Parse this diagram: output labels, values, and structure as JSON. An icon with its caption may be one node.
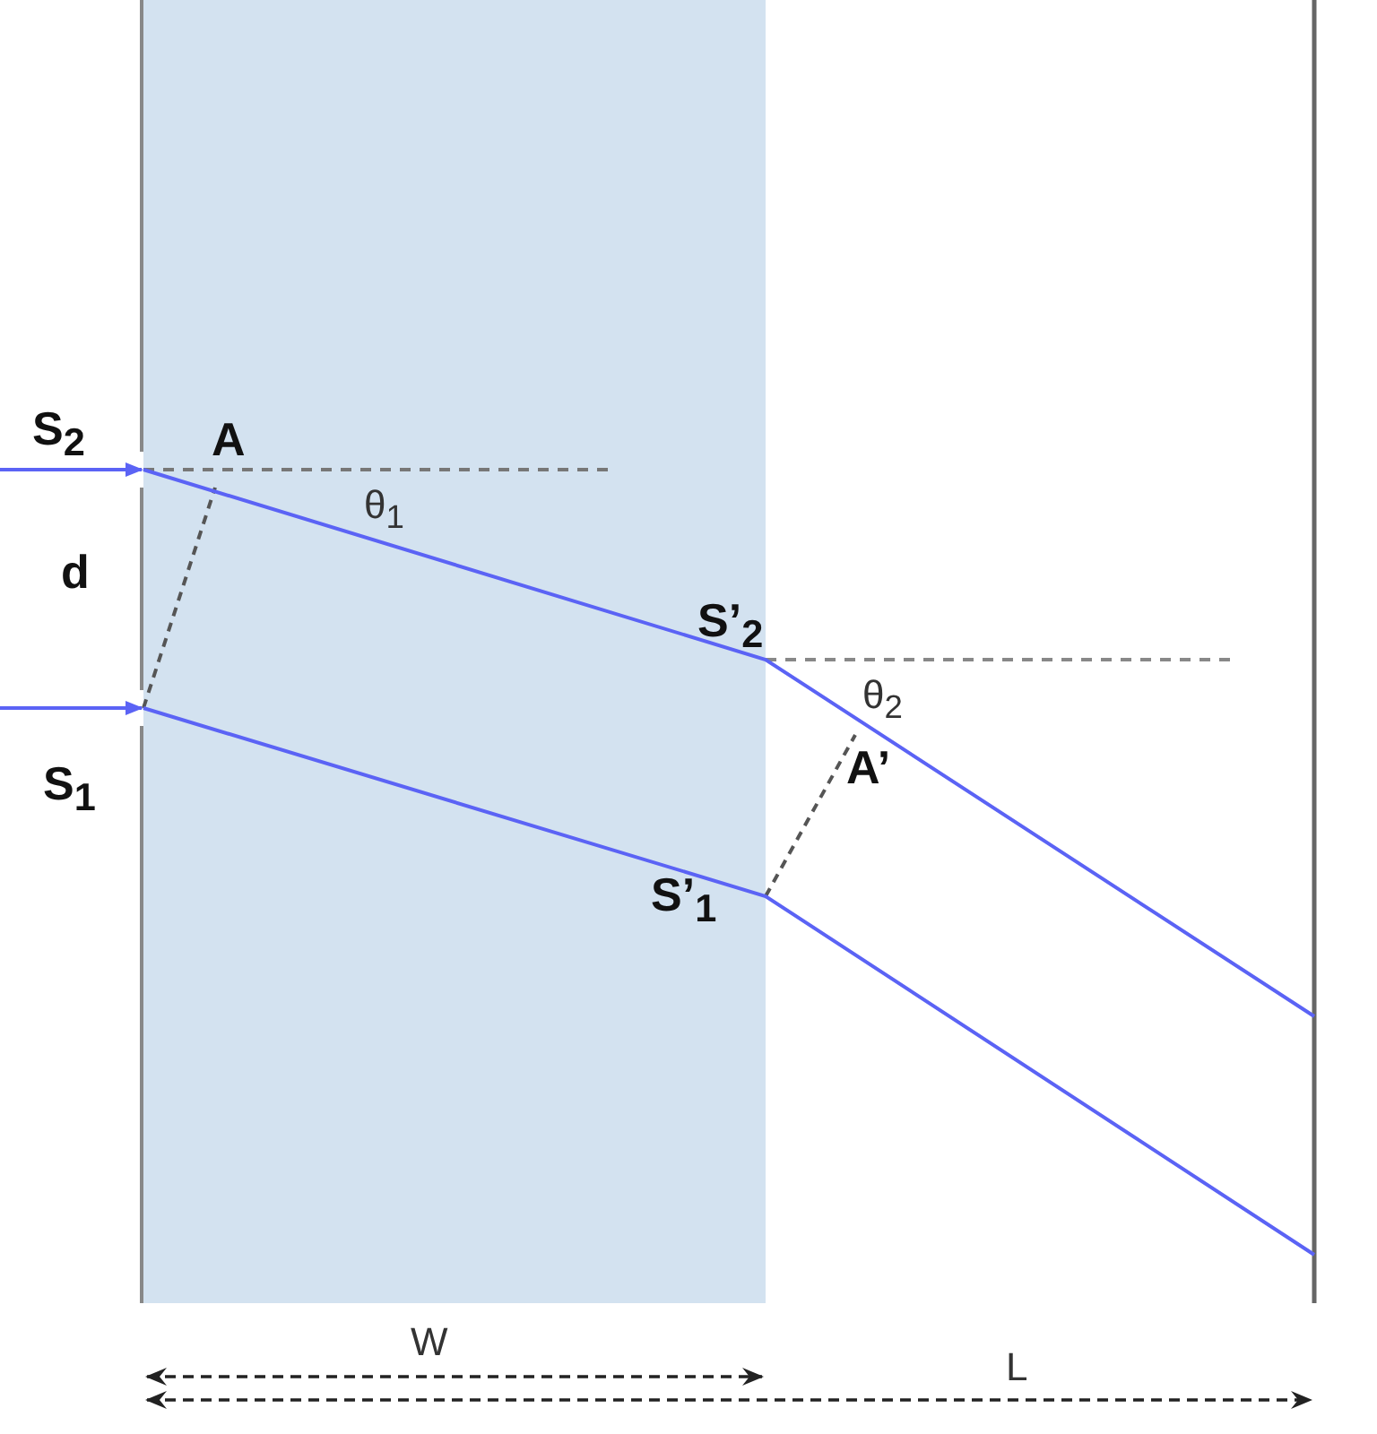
{
  "diagram": {
    "labels": [
      "S$_{2}$",
      "A",
      "θ$_{1}$",
      "d",
      "S’$_{2}$",
      "θ$_{2}$",
      "A’",
      "S$_{1}$",
      "S’$_{1}$",
      "W",
      "L"
    ]
  }
}
